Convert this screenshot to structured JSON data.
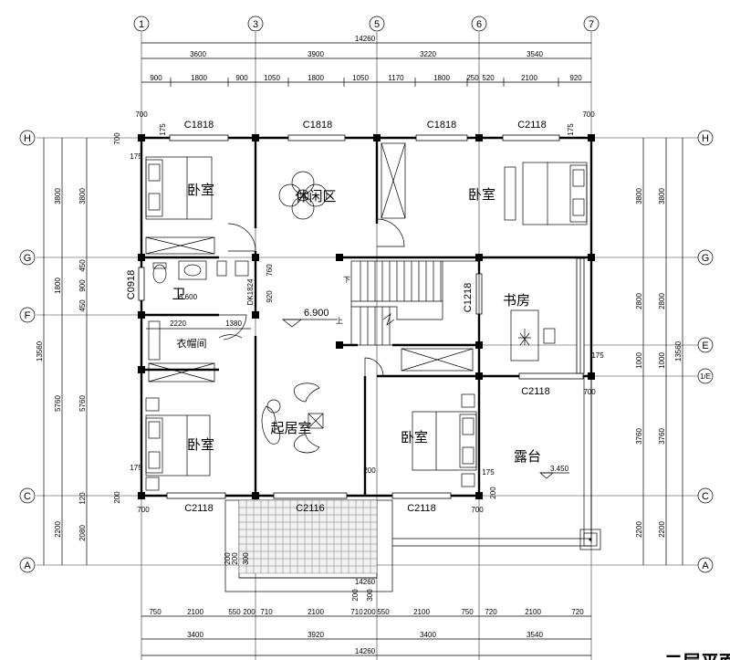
{
  "title_partial": "二层平面",
  "axes": {
    "top": [
      "1",
      "3",
      "5",
      "6",
      "7"
    ],
    "left": [
      "H",
      "G",
      "F",
      "C",
      "A"
    ],
    "right": [
      "H",
      "G",
      "E",
      "1/E",
      "C",
      "A"
    ]
  },
  "dimensions": {
    "top_total": "14260",
    "top_main": [
      "3600",
      "3900",
      "3220",
      "3540"
    ],
    "top_sub": [
      "900",
      "1800",
      "900",
      "1050",
      "1800",
      "1050",
      "1170",
      "1800",
      "250",
      "520",
      "2100",
      "920"
    ],
    "bottom_sub": [
      "750",
      "2100",
      "550",
      "200",
      "710",
      "2100",
      "710",
      "200",
      "550",
      "2100",
      "750",
      "720",
      "2100",
      "720"
    ],
    "bottom_main": [
      "3400",
      "3920",
      "3400",
      "3540"
    ],
    "bottom_total": "14260",
    "bottom_inner_total": "14260",
    "left_outer": [
      "3800",
      "1800",
      "5760",
      "2200"
    ],
    "left_total": "13560",
    "left_inner": [
      "3800",
      "450",
      "900",
      "450",
      "5760",
      "120",
      "2080"
    ],
    "right_outer": [
      "3800",
      "2800",
      "1000",
      "3760",
      "2200"
    ],
    "right_total": "13560",
    "right_inner": [
      "3800",
      "2800",
      "1000",
      "3760",
      "2200"
    ],
    "small": [
      "700",
      "175",
      "700",
      "175",
      "700",
      "175",
      "700",
      "175",
      "700",
      "175",
      "700",
      "175",
      "200",
      "200",
      "200",
      "300",
      "200",
      "300",
      "200",
      "200"
    ]
  },
  "windows": {
    "w1": "C1818",
    "w2": "C1818",
    "w3": "C1818",
    "w4": "C2118",
    "w5": "C0918",
    "w6": "C1218",
    "w7": "C2118",
    "w8": "C2118",
    "w9": "C2116",
    "w10": "C2118",
    "door": "DK1824"
  },
  "rooms": {
    "bedroom_nw": "卧室",
    "leisure": "休闲区",
    "bedroom_ne": "卧室",
    "bath": "卫",
    "study": "书房",
    "wardrobe": "衣帽间",
    "living": "起居室",
    "bedroom_sw": "卧室",
    "bedroom_se": "卧室",
    "terrace": "露台"
  },
  "notes": {
    "level_main": "6.900",
    "level_bath": "6.600",
    "level_terrace": "3.450",
    "stair_down": "下",
    "stair_up": "上",
    "d_2220": "2220",
    "d_1380": "1380",
    "d_760": "760",
    "d_920": "920"
  }
}
